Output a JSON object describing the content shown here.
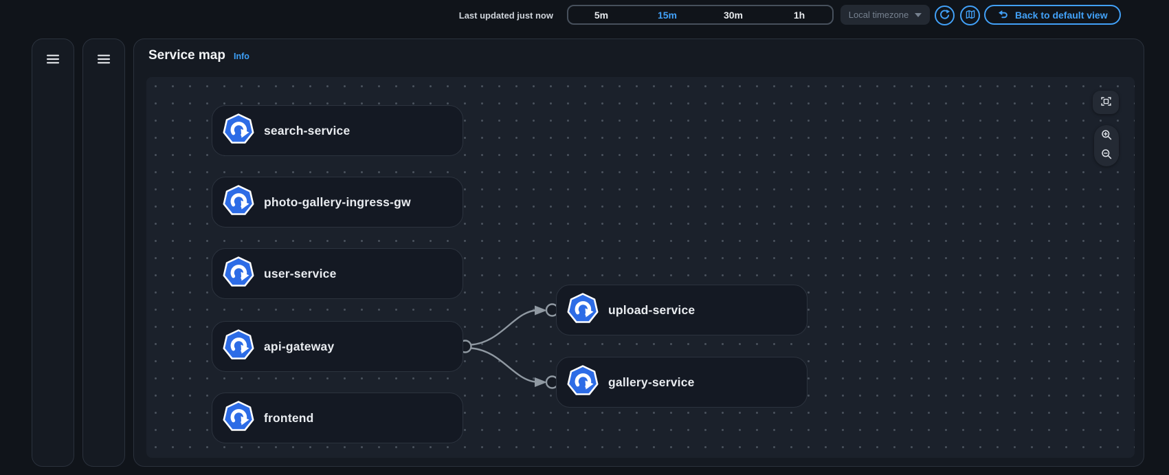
{
  "toolbar": {
    "last_updated": "Last updated just now",
    "time_ranges": [
      "5m",
      "15m",
      "30m",
      "1h"
    ],
    "selected_range": "15m",
    "timezone_label": "Local timezone",
    "back_button_label": "Back to default view"
  },
  "panel": {
    "title": "Service map",
    "info_link": "Info"
  },
  "service_map": {
    "left_nodes": [
      {
        "label": "search-service"
      },
      {
        "label": "photo-gallery-ingress-gw"
      },
      {
        "label": "user-service"
      },
      {
        "label": "api-gateway"
      },
      {
        "label": "frontend"
      }
    ],
    "right_nodes": [
      {
        "label": "upload-service"
      },
      {
        "label": "gallery-service"
      }
    ],
    "edges": [
      {
        "from": "api-gateway",
        "to": "upload-service"
      },
      {
        "from": "api-gateway",
        "to": "gallery-service"
      }
    ]
  },
  "icons": {
    "refresh": "refresh-icon",
    "map": "map-icon",
    "undo": "undo-arrow-icon",
    "hamburger": "menu-icon",
    "fit_to_view": "fit-to-view-icon",
    "zoom_in": "zoom-in-icon",
    "zoom_out": "zoom-out-icon",
    "service_node": "kubernetes-workload-icon",
    "dropdown_caret": "chevron-down-icon"
  },
  "colors": {
    "accent_blue": "#42a1f8",
    "kubernetes_blue": "#2d6ce6",
    "edge_gray": "#9099a2",
    "canvas_background": "#1b212b",
    "panel_background": "#151a22"
  }
}
